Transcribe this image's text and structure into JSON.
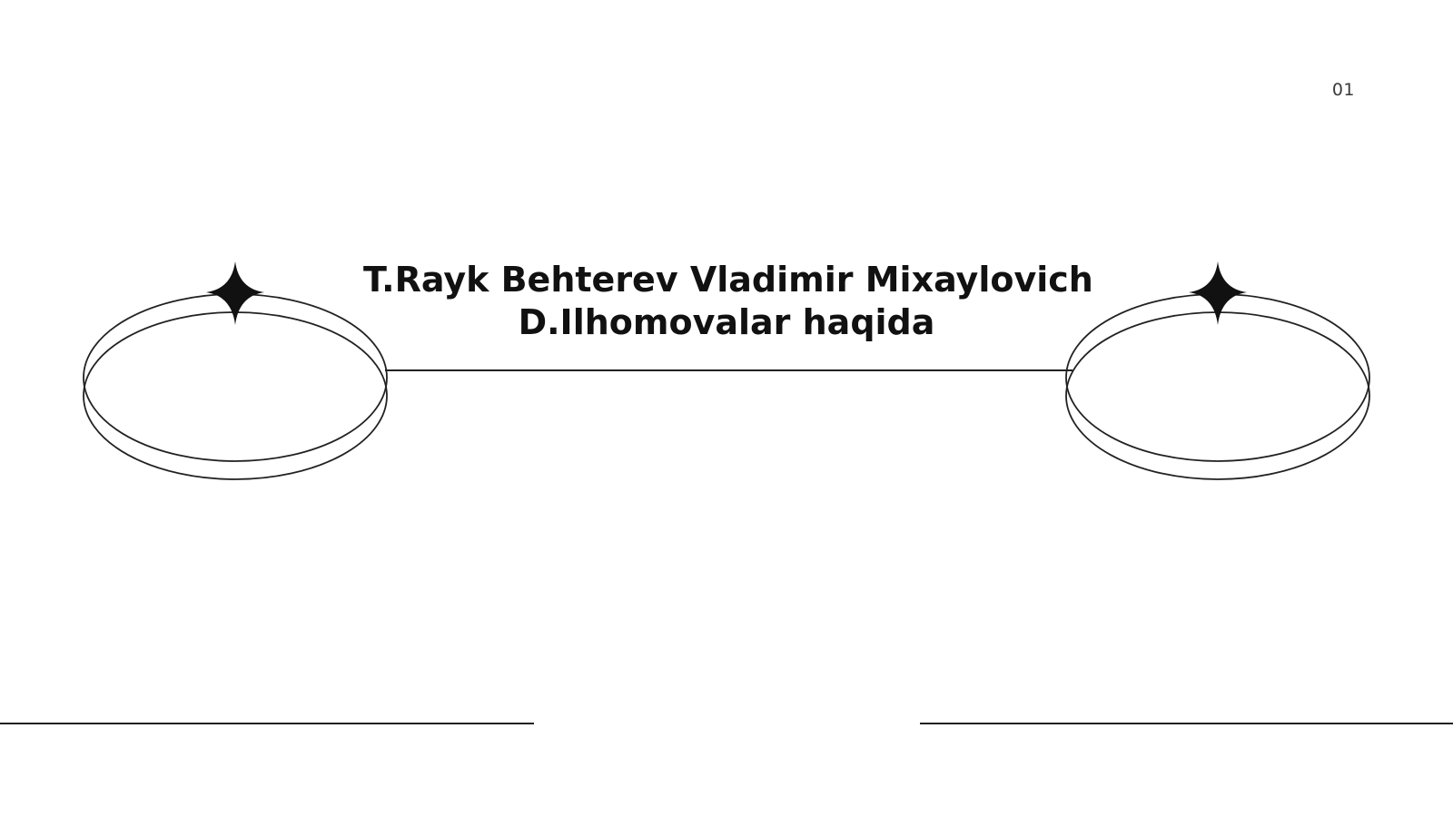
{
  "slide": {
    "page_number": "01",
    "title_line_1": "T.Rayk Behterev Vladimir Mixaylovich",
    "title_line_2": "D.Ilhomovalar haqida"
  },
  "colors": {
    "background": "#ffffff",
    "ink": "#111111",
    "line": "#222222"
  },
  "icons": {
    "left_ornament": "ring-ornament-icon",
    "right_ornament": "ring-ornament-icon",
    "sparkle": "four-point-star-icon"
  }
}
